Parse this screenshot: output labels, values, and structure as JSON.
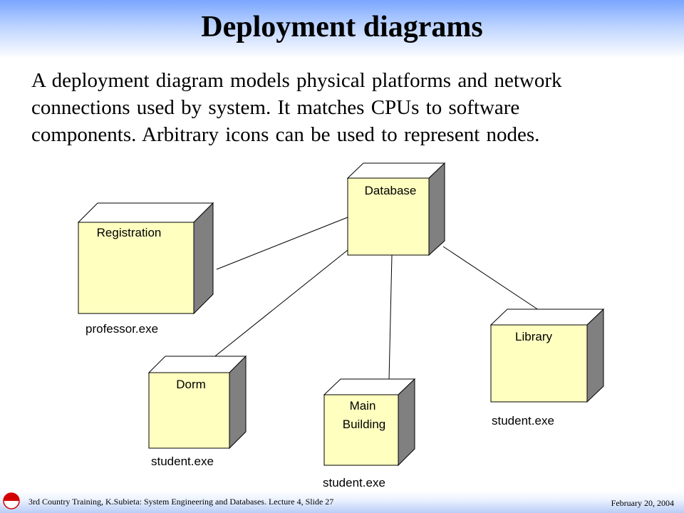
{
  "slide": {
    "title": "Deployment diagrams",
    "intro_lines": [
      "A deployment diagram models physical platforms and network",
      "connections used by system. It matches CPUs to software",
      "components. Arbitrary icons can be used to represent nodes."
    ]
  },
  "diagram": {
    "nodes": [
      {
        "name": "Database",
        "label_lines": [
          "Database"
        ],
        "artifact": ""
      },
      {
        "name": "Registration",
        "label_lines": [
          "Registration"
        ],
        "artifact": "professor.exe"
      },
      {
        "name": "Dorm",
        "label_lines": [
          "Dorm"
        ],
        "artifact": "student.exe"
      },
      {
        "name": "Main Building",
        "label_lines": [
          "Main",
          "Building"
        ],
        "artifact": "student.exe"
      },
      {
        "name": "Library",
        "label_lines": [
          "Library"
        ],
        "artifact": "student.exe"
      }
    ],
    "connections": [
      [
        "Database",
        "Registration"
      ],
      [
        "Database",
        "Dorm"
      ],
      [
        "Database",
        "Main Building"
      ],
      [
        "Database",
        "Library"
      ]
    ],
    "colors": {
      "node_front": "#ffffc0",
      "node_top": "#ffffff",
      "node_side": "#808080",
      "outline": "#000000"
    }
  },
  "footer": {
    "course": "3rd Country Training, K.Subieta: System Engineering and Databases. Lecture 4, Slide 27",
    "date": "February 20, 2004",
    "logo_icon": "red-white-circle-logo"
  }
}
